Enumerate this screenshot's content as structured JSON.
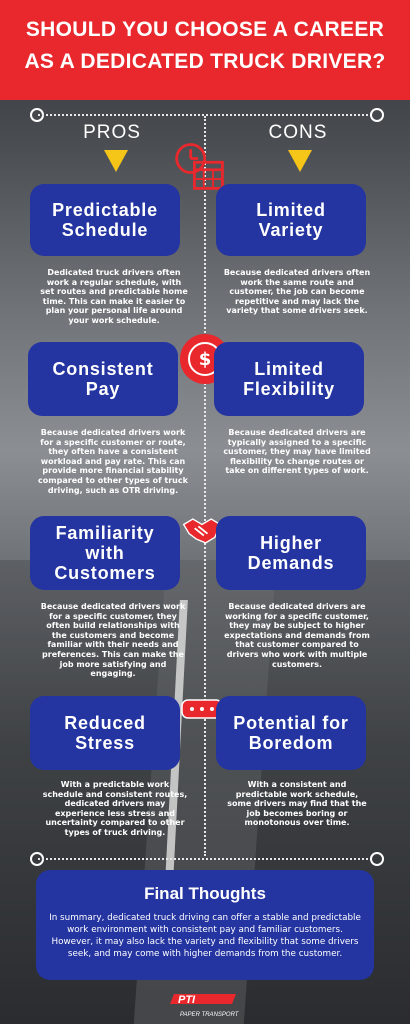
{
  "header": {
    "title": "SHOULD YOU CHOOSE A CAREER AS A DEDICATED TRUCK DRIVER?"
  },
  "columns": {
    "pros": "PROS",
    "cons": "CONS"
  },
  "pairs": [
    {
      "pro": {
        "title": "Predictable Schedule",
        "text": "Dedicated truck drivers often work a regular schedule, with set routes and predictable home time. This can make it easier to plan your personal life around your work schedule."
      },
      "con": {
        "title": "Limited Variety",
        "text": "Because dedicated drivers often work the same route and customer, the job can become repetitive and may lack the variety that some drivers seek."
      },
      "icon": "calendar-clock-icon"
    },
    {
      "pro": {
        "title": "Consistent Pay",
        "text": "Because dedicated drivers work for a specific customer or route, they often have a consistent workload and pay rate. This can provide more financial stability compared to other types of truck driving, such as OTR driving."
      },
      "con": {
        "title": "Limited Flexibility",
        "text": "Because dedicated drivers are typically assigned to a specific customer, they may have limited flexibility to change routes or take on different types of work."
      },
      "icon": "dollar-coin-icon"
    },
    {
      "pro": {
        "title": "Familiarity with Customers",
        "text": "Because dedicated drivers work for a specific customer, they often build relationships with the customers and become familiar with their needs and preferences. This can make the job more satisfying and engaging."
      },
      "con": {
        "title": "Higher Demands",
        "text": "Because dedicated drivers are working for a specific customer, they may be subject to higher expectations and demands from that customer compared to drivers who work with multiple customers."
      },
      "icon": "handshake-icon"
    },
    {
      "pro": {
        "title": "Reduced Stress",
        "text": "With a predictable work schedule and consistent routes, dedicated drivers may experience less stress and uncertainty compared to other types of truck driving."
      },
      "con": {
        "title": "Potential for Boredom",
        "text": "With a consistent and predictable work schedule, some drivers may find that the job becomes boring or monotonous over time."
      },
      "icon": "speech-bubble-icon"
    }
  ],
  "final": {
    "title": "Final Thoughts",
    "text": "In summary, dedicated truck driving can offer a stable and predictable work environment with consistent pay and familiar customers. However, it may also lack the variety and flexibility that some drivers seek, and may come with higher demands from the customer."
  },
  "logo": {
    "mark": "PTI",
    "subtitle": "PAPER TRANSPORT"
  },
  "colors": {
    "red": "#e8282c",
    "blue": "#2434a0",
    "yellow": "#f5c518"
  }
}
